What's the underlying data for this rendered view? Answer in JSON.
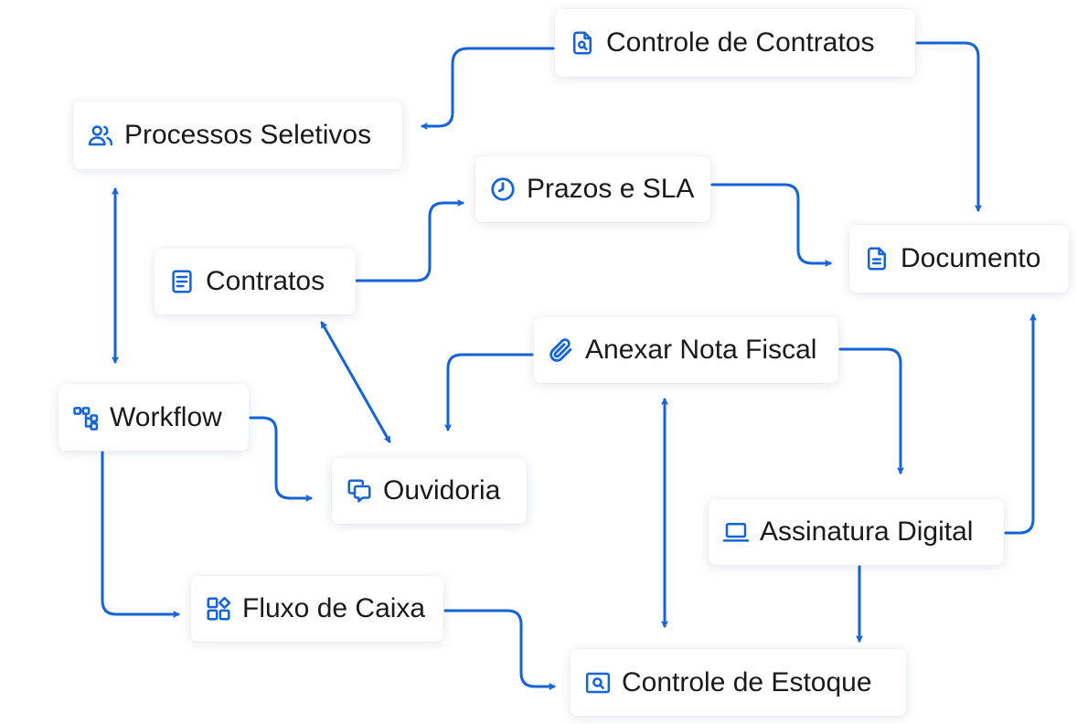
{
  "colors": {
    "accent": "#1463d8",
    "text": "#1a1a1a",
    "background": "#ffffff"
  },
  "nodes": {
    "controle_contratos": {
      "label": "Controle de Contratos",
      "icon": "document-search-icon"
    },
    "processos_seletivos": {
      "label": "Processos Seletivos",
      "icon": "users-icon"
    },
    "prazos_sla": {
      "label": "Prazos e SLA",
      "icon": "clock-icon"
    },
    "documento": {
      "label": "Documento",
      "icon": "document-text-icon"
    },
    "contratos": {
      "label": "Contratos",
      "icon": "document-lines-icon"
    },
    "anexar_nota_fiscal": {
      "label": "Anexar Nota Fiscal",
      "icon": "paperclip-icon"
    },
    "workflow": {
      "label": "Workflow",
      "icon": "workflow-icon"
    },
    "ouvidoria": {
      "label": "Ouvidoria",
      "icon": "chat-bubbles-icon"
    },
    "assinatura_digital": {
      "label": "Assinatura Digital",
      "icon": "laptop-icon"
    },
    "fluxo_caixa": {
      "label": "Fluxo de Caixa",
      "icon": "shapes-grid-icon"
    },
    "controle_estoque": {
      "label": "Controle de Estoque",
      "icon": "box-search-icon"
    }
  }
}
